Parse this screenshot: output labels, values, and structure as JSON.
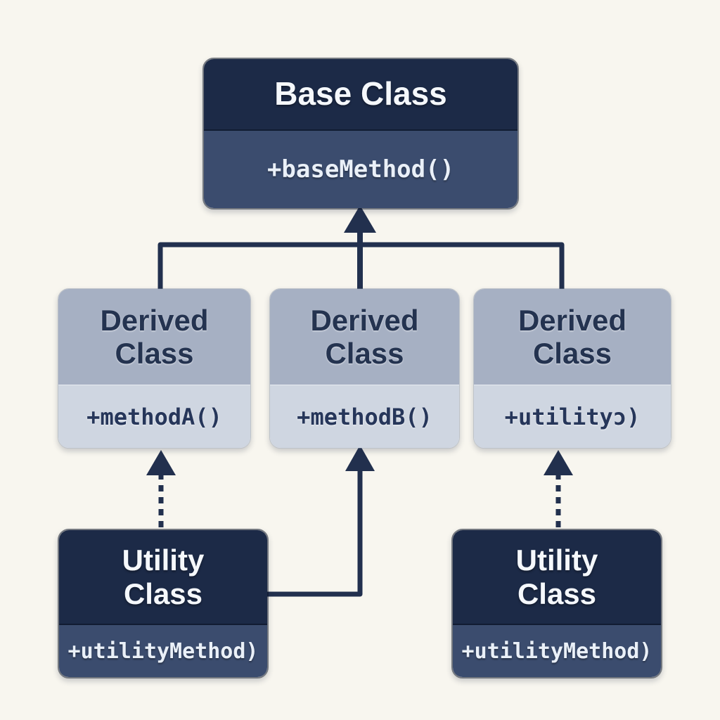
{
  "diagram": {
    "type": "uml-class-inheritance",
    "background": "#f8f6ef"
  },
  "colors": {
    "line": "#22304e",
    "dark_header": "#1c2a47",
    "dark_body": "#3b4c6e",
    "light_header": "#a6b0c3",
    "light_body": "#cfd6e1",
    "dark_text": "#243350",
    "light_text": "#f5f8fc"
  },
  "nodes": {
    "base": {
      "title": "Base Class",
      "method": "+baseMethod()"
    },
    "derived_left": {
      "title": "Derived Class",
      "method": "+methodA()"
    },
    "derived_middle": {
      "title": "Derived Class",
      "method": "+methodB()"
    },
    "derived_right": {
      "title": "Derived Class",
      "method": "+utilityɔ)"
    },
    "utility_left": {
      "title": "Utility Class",
      "method": "+utilityMethod)"
    },
    "utility_right": {
      "title": "Utility Class",
      "method": "+utilityMethod)"
    }
  },
  "edges": [
    {
      "from": "derived_left",
      "to": "base",
      "style": "solid",
      "arrowhead": "filled-triangle"
    },
    {
      "from": "derived_middle",
      "to": "base",
      "style": "solid",
      "arrowhead": "filled-triangle"
    },
    {
      "from": "derived_right",
      "to": "base",
      "style": "solid",
      "arrowhead": "filled-triangle"
    },
    {
      "from": "utility_left",
      "to": "derived_left",
      "style": "dashed",
      "arrowhead": "filled-triangle"
    },
    {
      "from": "utility_left",
      "to": "derived_middle",
      "style": "solid",
      "arrowhead": "filled-triangle"
    },
    {
      "from": "utility_right",
      "to": "derived_right",
      "style": "dashed",
      "arrowhead": "filled-triangle"
    }
  ]
}
